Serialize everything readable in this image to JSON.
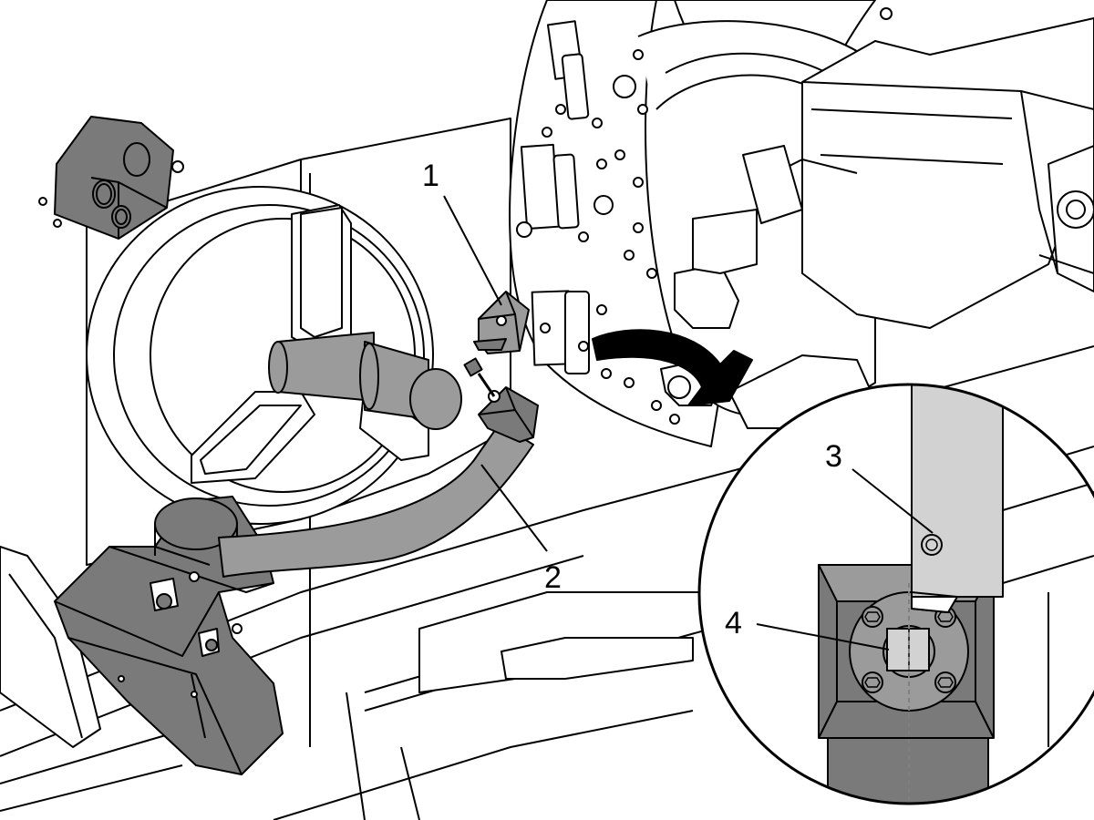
{
  "callouts": [
    {
      "id": "1",
      "label": "1"
    },
    {
      "id": "2",
      "label": "2"
    },
    {
      "id": "3",
      "label": "3"
    },
    {
      "id": "4",
      "label": "4"
    }
  ],
  "colors": {
    "line": "#000000",
    "light_fill": "#ffffff",
    "mid_gray": "#9b9b9b",
    "dark_gray": "#7a7a7a",
    "pale_gray": "#d2d2d2"
  }
}
